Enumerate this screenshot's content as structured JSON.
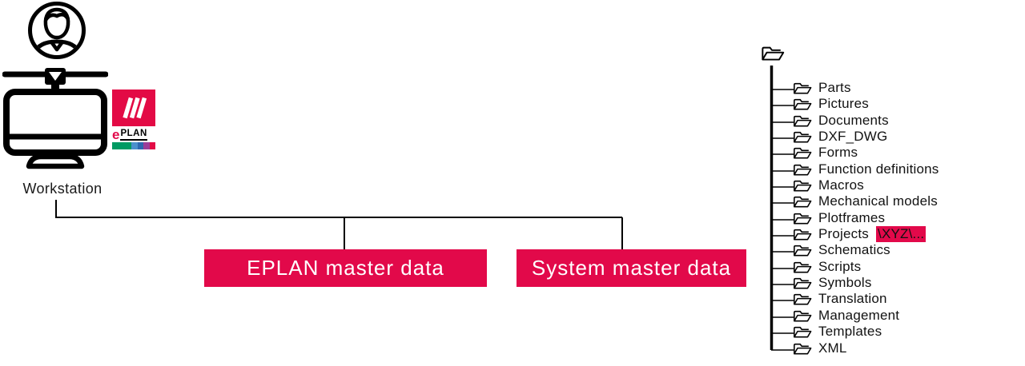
{
  "workstation": {
    "label": "Workstation"
  },
  "logo": {
    "e": "e",
    "plan": "PLAN",
    "square_icon": "triple-slash-icon",
    "bar_colors": [
      "#009a62",
      "#4a90cc",
      "#2d68b0",
      "#9c3e99",
      "#e30a45"
    ]
  },
  "boxes": [
    {
      "label": "EPLAN master data"
    },
    {
      "label": "System master data"
    }
  ],
  "tree": {
    "root_icon": "folder-icon",
    "folders": [
      {
        "label": "Parts"
      },
      {
        "label": "Pictures"
      },
      {
        "label": "Documents"
      },
      {
        "label": "DXF_DWG"
      },
      {
        "label": "Forms"
      },
      {
        "label": "Function definitions"
      },
      {
        "label": "Macros"
      },
      {
        "label": "Mechanical models"
      },
      {
        "label": "Plotframes"
      },
      {
        "label": "Projects",
        "highlight_suffix": "\\XYZ\\..."
      },
      {
        "label": "Schematics"
      },
      {
        "label": "Scripts"
      },
      {
        "label": "Symbols"
      },
      {
        "label": "Translation"
      },
      {
        "label": "Management"
      },
      {
        "label": "Templates"
      },
      {
        "label": "XML"
      }
    ]
  },
  "colors": {
    "accent_red": "#e2094a",
    "logo_red": "#e30a45",
    "line_black": "#000000",
    "text": "#111111"
  }
}
